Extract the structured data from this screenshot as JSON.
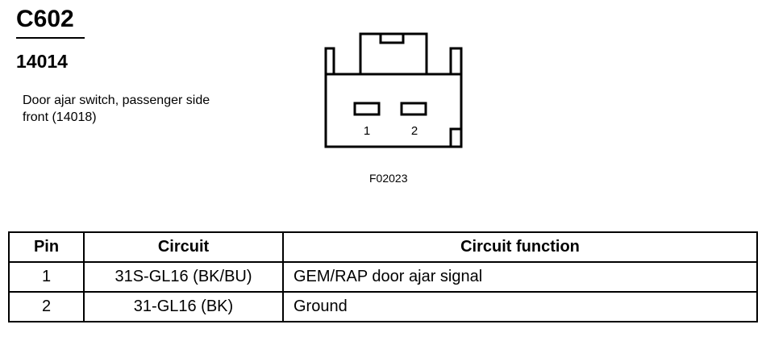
{
  "connector": {
    "id": "C602",
    "part_number": "14014",
    "description": "Door ajar switch, passenger side front (14018)",
    "figure_label": "F02023",
    "pin_labels": [
      "1",
      "2"
    ]
  },
  "table": {
    "headers": [
      "Pin",
      "Circuit",
      "Circuit function"
    ],
    "rows": [
      [
        "1",
        "31S-GL16 (BK/BU)",
        "GEM/RAP door ajar signal"
      ],
      [
        "2",
        "31-GL16 (BK)",
        "Ground"
      ]
    ]
  }
}
